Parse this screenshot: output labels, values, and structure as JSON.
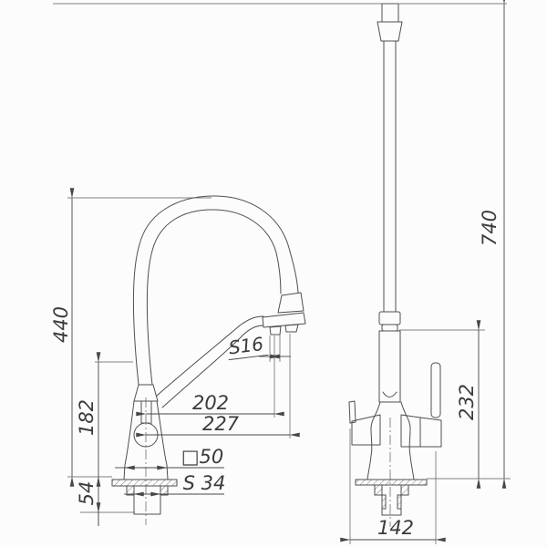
{
  "drawing": {
    "dimensions": {
      "spout_height": "440",
      "body_height": "182",
      "under_counter_depth": "54",
      "aerator_wrench_size": "S16",
      "spout_reach_main": "202",
      "spout_reach_total": "227",
      "body_square_section": "□50",
      "shank_wrench_size": "S 34",
      "overall_height": "740",
      "column_height": "232",
      "overall_width": "142"
    }
  }
}
